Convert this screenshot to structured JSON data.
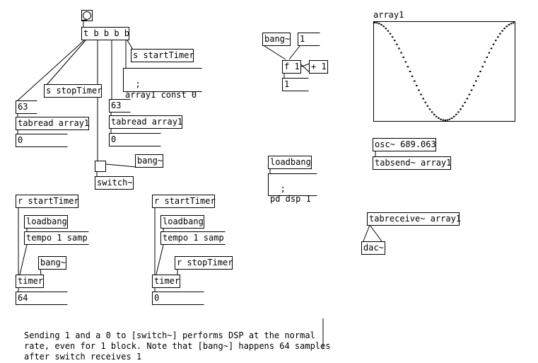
{
  "objects": {
    "trigger": "t b b b b",
    "s_startTimer": "s startTimer",
    "msg_array_const_line1": ";",
    "msg_array_const_line2": "array1 const 0",
    "s_stopTimer": "s stopTimer",
    "num_left_top": "63",
    "tabread_left": "tabread array1",
    "num_left_out": "0",
    "num_mid_top": "63",
    "tabread_mid": "tabread array1",
    "num_mid_out": "0",
    "bang_tilde_switch": "bang~",
    "switch": "switch~",
    "r_startTimer_left": "r startTimer",
    "loadbang_left": "loadbang",
    "tempo_left": "tempo 1 samp",
    "bang_tilde_left": "bang~",
    "timer_left": "timer",
    "num_timer_left": "64",
    "r_startTimer_mid": "r startTimer",
    "loadbang_mid": "loadbang",
    "tempo_mid": "tempo 1 samp",
    "r_stopTimer": "r stopTimer",
    "timer_mid": "timer",
    "num_timer_mid": "0",
    "bang_tilde_counter": "bang~",
    "msg_one": "1",
    "f_one": "f 1",
    "plus_one": "+ 1",
    "num_counter": "1",
    "loadbang_dsp": "loadbang",
    "msg_dsp_line1": ";",
    "msg_dsp_line2": "pd dsp 1",
    "osc": "osc~ 689.063",
    "tabsend": "tabsend~ array1",
    "tabreceive": "tabreceive~ array1",
    "dac": "dac~"
  },
  "array": {
    "name": "array1",
    "points": 64,
    "shape": "cosine",
    "range": [
      -1,
      1
    ]
  },
  "comment": {
    "line1": "Sending 1 and a 0 to [switch~] performs DSP at the normal",
    "line2": "rate, even for 1 block. Note that [bang~] happens 64 samples",
    "line3": "after switch receives 1"
  },
  "colors": {
    "ink": "#000000",
    "canvas": "#ffffff"
  }
}
